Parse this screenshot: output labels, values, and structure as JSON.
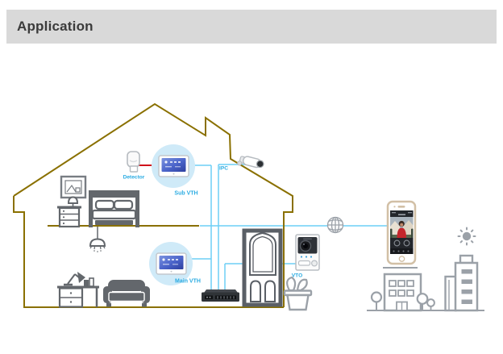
{
  "header": {
    "title": "Application"
  },
  "diagram": {
    "device_labels": {
      "detector": "Detector",
      "sub_vth": "Sub VTH",
      "ipc": "IPC",
      "main_vth": "Main VTH",
      "vto": "VTO"
    },
    "depicted_items": [
      "house-cross-section",
      "bedroom",
      "living-room",
      "picture-frame",
      "bed",
      "nightstand-with-lamp",
      "pendant-lamp",
      "desk-with-lamp-and-books",
      "sofa",
      "motion-detector",
      "sub-vth-indoor-monitor",
      "ipc-bullet-camera",
      "main-vth-indoor-monitor",
      "network-switch",
      "front-door",
      "vto-door-station",
      "potted-plant",
      "internet-globe",
      "smartphone-video-call",
      "sun",
      "city-buildings",
      "trees"
    ],
    "colors": {
      "header_bar_bg": "#d9d9d9",
      "header_text": "#3b3b3b",
      "house_outline": "#8a7000",
      "network_line": "#6dcff6",
      "device_label_text": "#29abe2",
      "alarm_link_line": "#d0111b",
      "indoor_furniture_gray": "#63676c",
      "outdoor_gray": "#9ba1a8",
      "door_gray": "#5a5f66",
      "device_halo_fill": "#cfeaf8",
      "vth_screen_blue": "#4a63c9",
      "phone_body_border": "#d2c0a6",
      "visitor_shirt_red": "#c4262c"
    }
  }
}
